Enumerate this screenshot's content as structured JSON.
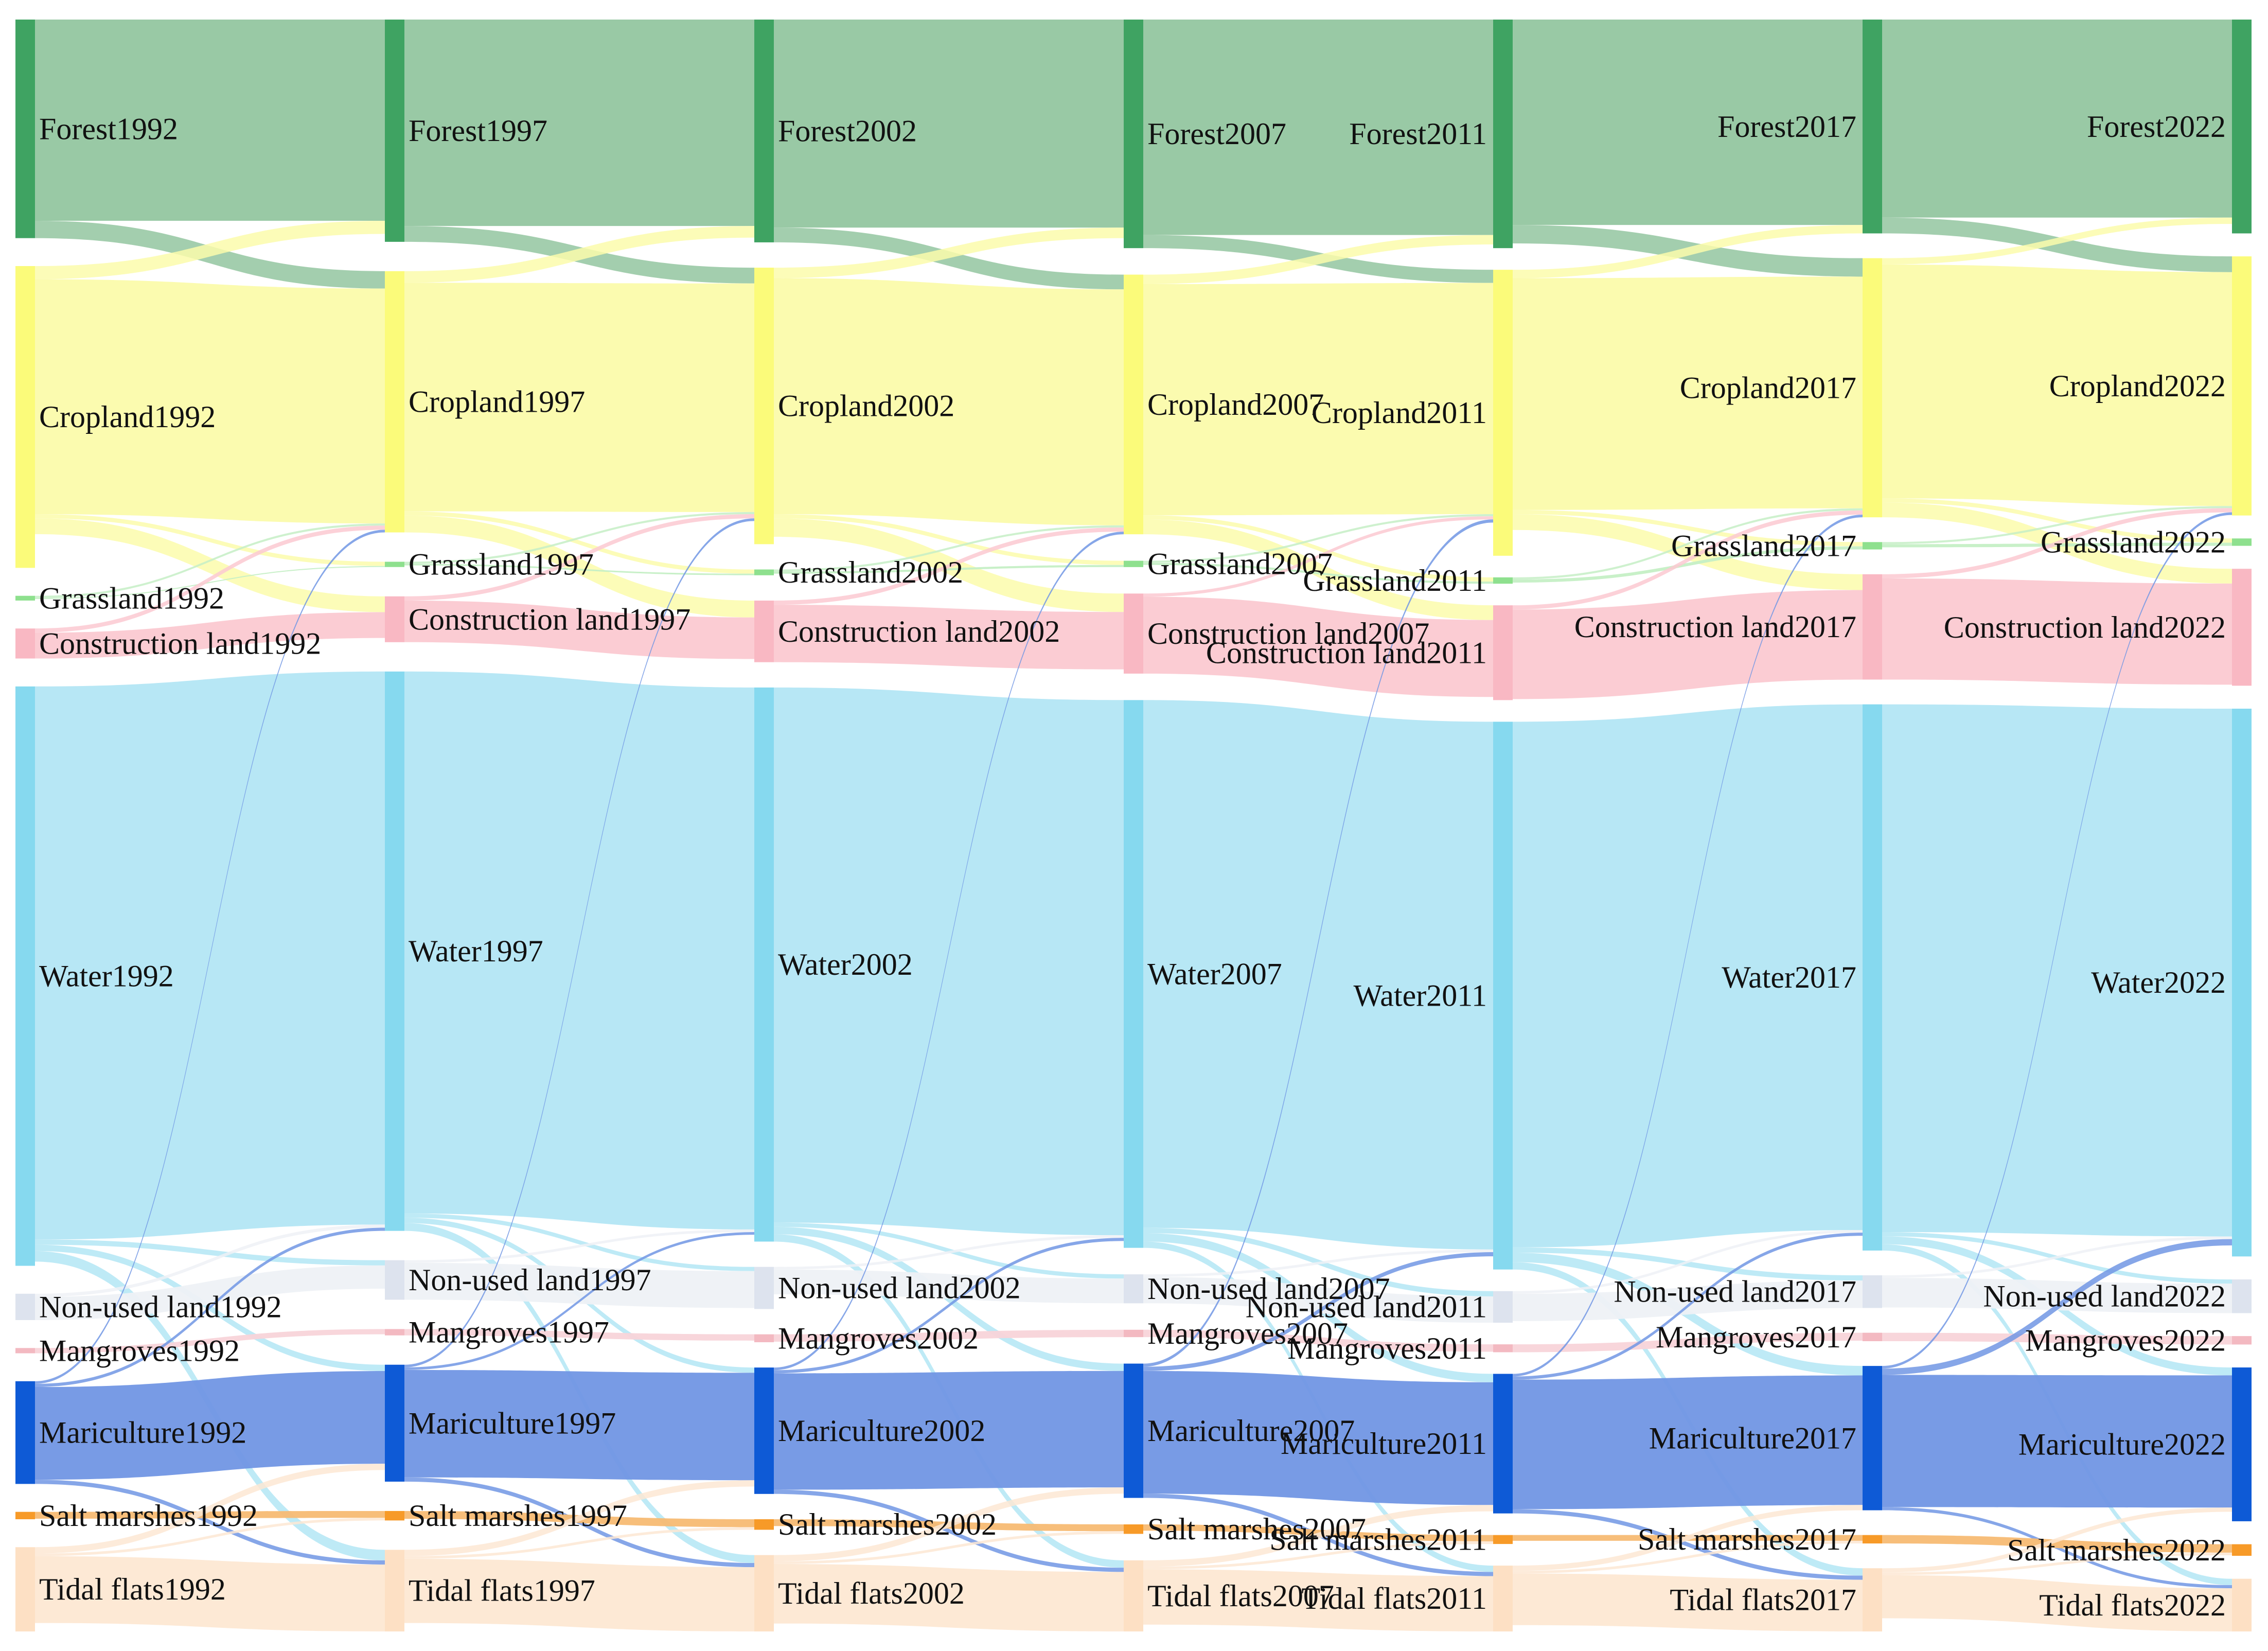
{
  "chart_data": {
    "type": "sankey",
    "title": "",
    "years": [
      "1992",
      "1997",
      "2002",
      "2007",
      "2011",
      "2017",
      "2022"
    ],
    "categories": [
      {
        "name": "Forest",
        "color": "#3fa362",
        "flow_color": "#93c6a0"
      },
      {
        "name": "Cropland",
        "color": "#fbfb7a",
        "flow_color": "#fbfbab"
      },
      {
        "name": "Grassland",
        "color": "#8ee08e",
        "flow_color": "#c5efc5"
      },
      {
        "name": "Construction land",
        "color": "#f9b8c3",
        "flow_color": "#fbc9d1"
      },
      {
        "name": "Water",
        "color": "#86d9ef",
        "flow_color": "#b3e6f4"
      },
      {
        "name": "Non-used land",
        "color": "#dde3ee",
        "flow_color": "#eef1f6"
      },
      {
        "name": "Mangroves",
        "color": "#f3b9c1",
        "flow_color": "#f8d4d9"
      },
      {
        "name": "Mariculture",
        "color": "#0e5ad6",
        "flow_color": "#7196e4"
      },
      {
        "name": "Salt marshes",
        "color": "#f79a28",
        "flow_color": "#f7bb73"
      },
      {
        "name": "Tidal flats",
        "color": "#fde0c4",
        "flow_color": "#fde8d3"
      }
    ],
    "nodes": [
      {
        "year": "1992",
        "values": [
          415,
          573,
          9,
          57,
          1100,
          50,
          10,
          195,
          14,
          160
        ]
      },
      {
        "year": "1997",
        "values": [
          422,
          496,
          10,
          87,
          1062,
          75,
          12,
          222,
          18,
          155
        ]
      },
      {
        "year": "2002",
        "values": [
          423,
          525,
          11,
          117,
          1052,
          80,
          15,
          240,
          20,
          145
        ]
      },
      {
        "year": "2007",
        "values": [
          434,
          493,
          12,
          152,
          1040,
          55,
          14,
          255,
          18,
          135
        ]
      },
      {
        "year": "2011",
        "values": [
          434,
          543,
          12,
          180,
          1040,
          60,
          15,
          265,
          17,
          125
        ]
      },
      {
        "year": "2017",
        "values": [
          406,
          492,
          14,
          200,
          1037,
          62,
          16,
          274,
          16,
          120
        ]
      },
      {
        "year": "2022",
        "values": [
          406,
          492,
          14,
          222,
          1040,
          64,
          16,
          292,
          22,
          100
        ]
      }
    ],
    "main_flows": [
      {
        "from": "Forest",
        "to": "Cropland",
        "values": [
          33,
          30,
          28,
          25,
          35,
          30
        ]
      },
      {
        "from": "Cropland",
        "to": "Forest",
        "values": [
          25,
          22,
          20,
          18,
          16,
          12
        ]
      },
      {
        "from": "Cropland",
        "to": "Construction land",
        "values": [
          30,
          32,
          35,
          28,
          30,
          28
        ]
      },
      {
        "from": "Cropland",
        "to": "Grassland",
        "values": [
          8,
          8,
          8,
          8,
          8,
          8
        ]
      },
      {
        "from": "Construction land",
        "to": "Cropland",
        "values": [
          8,
          8,
          8,
          6,
          8,
          8
        ]
      },
      {
        "from": "Water",
        "to": "Mariculture",
        "values": [
          12,
          10,
          14,
          16,
          18,
          15
        ]
      },
      {
        "from": "Water",
        "to": "Tidal flats",
        "values": [
          20,
          15,
          14,
          12,
          14,
          12
        ]
      },
      {
        "from": "Water",
        "to": "Non-used land",
        "values": [
          10,
          8,
          8,
          10,
          10,
          8
        ]
      },
      {
        "from": "Mariculture",
        "to": "Water",
        "values": [
          6,
          5,
          6,
          8,
          6,
          12
        ]
      },
      {
        "from": "Mariculture",
        "to": "Cropland",
        "values": [
          5,
          5,
          5,
          6,
          5,
          5
        ]
      },
      {
        "from": "Mariculture",
        "to": "Tidal flats",
        "values": [
          8,
          8,
          8,
          8,
          8,
          6
        ]
      },
      {
        "from": "Tidal flats",
        "to": "Mariculture",
        "values": [
          12,
          12,
          12,
          12,
          10,
          8
        ]
      },
      {
        "from": "Tidal flats",
        "to": "Salt marshes",
        "values": [
          5,
          5,
          5,
          5,
          5,
          5
        ]
      },
      {
        "from": "Salt marshes",
        "to": "Salt marshes",
        "values": [
          8,
          10,
          12,
          10,
          10,
          12
        ]
      },
      {
        "from": "Grassland",
        "to": "Cropland",
        "values": [
          4,
          4,
          4,
          4,
          4,
          4
        ]
      },
      {
        "from": "Non-used land",
        "to": "Water",
        "values": [
          6,
          5,
          5,
          5,
          5,
          5
        ]
      }
    ],
    "labels": [
      [
        "Forest1992",
        "Cropland1992",
        "Grassland1992",
        "Construction land1992",
        "Water1992",
        "Non-used land1992",
        "Mangroves1992",
        "Mariculture1992",
        "Salt marshes1992",
        "Tidal flats1992"
      ],
      [
        "Forest1997",
        "Cropland1997",
        "Grassland1997",
        "Construction land1997",
        "Water1997",
        "Non-used land1997",
        "Mangroves1997",
        "Mariculture1997",
        "Salt marshes1997",
        "Tidal flats1997"
      ],
      [
        "Forest2002",
        "Cropland2002",
        "Grassland2002",
        "Construction land2002",
        "Water2002",
        "Non-used land2002",
        "Mangroves2002",
        "Mariculture2002",
        "Salt marshes2002",
        "Tidal flats2002"
      ],
      [
        "Forest2007",
        "Cropland2007",
        "Grassland2007",
        "Construction land2007",
        "Water2007",
        "Non-used land2007",
        "Mangroves2007",
        "Mariculture2007",
        "Salt marshes2007",
        "Tidal flats2007"
      ],
      [
        "Forest2011",
        "Cropland2011",
        "Grassland2011",
        "Construction land2011",
        "Water2011",
        "Non-used land2011",
        "Mangroves2011",
        "Mariculture2011",
        "Salt marshes2011",
        "Tidal flats2011"
      ],
      [
        "Forest2017",
        "Cropland2017",
        "Grassland2017",
        "Construction land2017",
        "Water2017",
        "Non-used land2017",
        "Mangroves2017",
        "Mariculture2017",
        "Salt marshes2017",
        "Tidal flats2017"
      ],
      [
        "Forest2022",
        "Cropland2022",
        "Grassland2022",
        "Construction land2022",
        "Water2022",
        "Non-used land2022",
        "Mangroves2022",
        "Mariculture2022",
        "Salt marshes2022",
        "Tidal flats2022"
      ]
    ]
  }
}
